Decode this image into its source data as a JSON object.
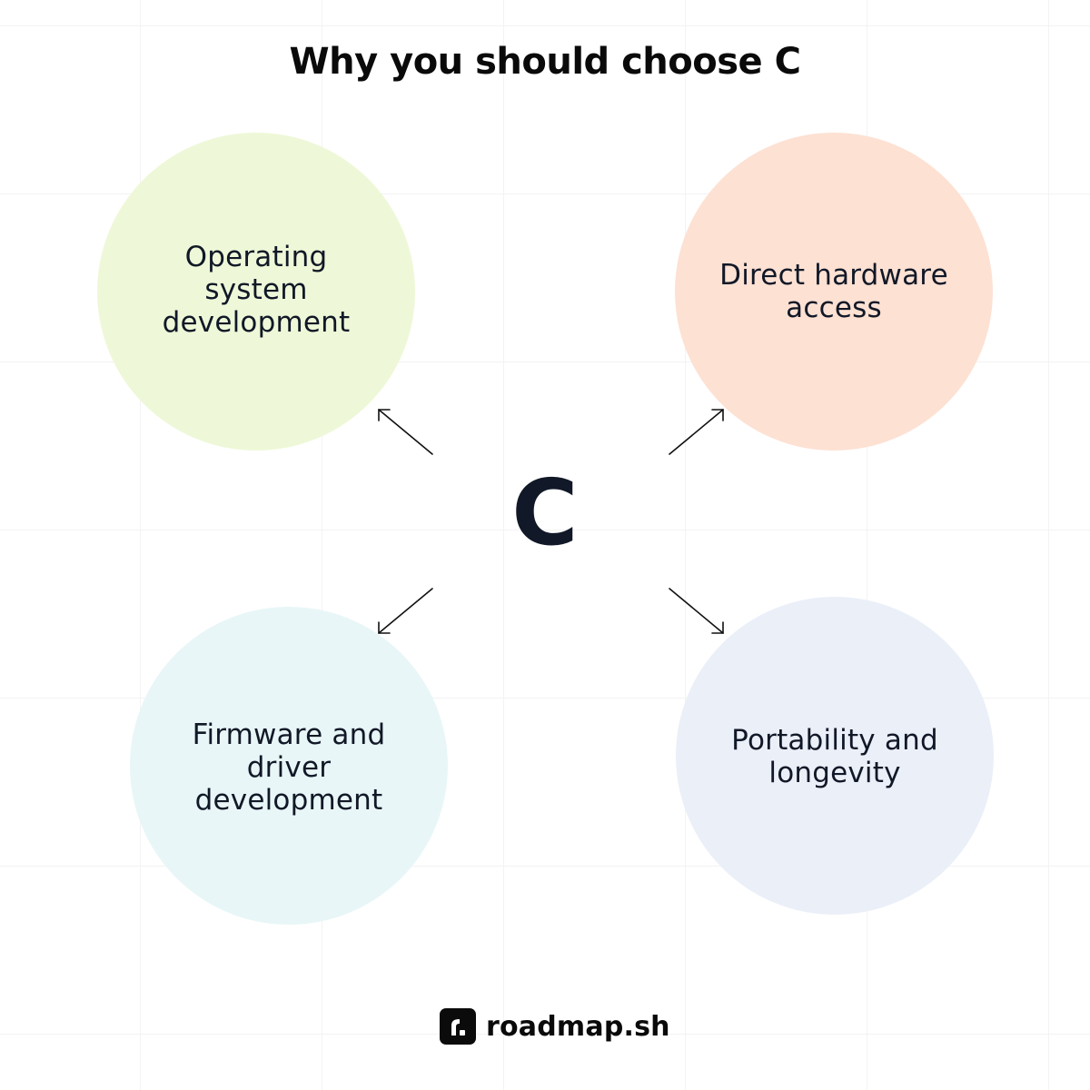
{
  "diagram": {
    "title": "Why you should choose C",
    "center_label": "C",
    "nodes": [
      {
        "id": "os",
        "label": "Operating system development",
        "color": "#eef8d8"
      },
      {
        "id": "hardware",
        "label": "Direct hardware access",
        "color": "#fde1d3"
      },
      {
        "id": "firmware",
        "label": "Firmware and driver development",
        "color": "#e8f6f7"
      },
      {
        "id": "portability",
        "label": "Portability and longevity",
        "color": "#ebeff8"
      }
    ],
    "edges": [
      {
        "from": "C",
        "to": "os"
      },
      {
        "from": "C",
        "to": "hardware"
      },
      {
        "from": "C",
        "to": "firmware"
      },
      {
        "from": "C",
        "to": "portability"
      }
    ]
  },
  "footer": {
    "brand": "roadmap.sh",
    "logo_icon": "roadmap-logo-icon"
  }
}
